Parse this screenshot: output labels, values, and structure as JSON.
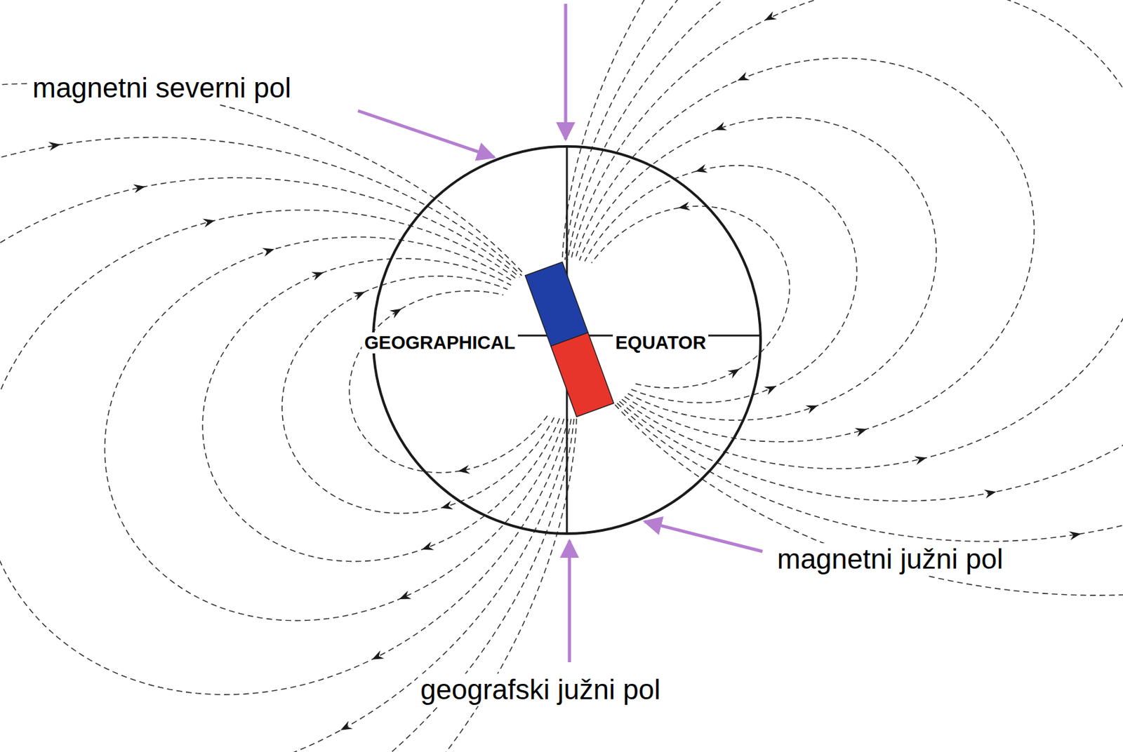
{
  "diagram": {
    "labels": [
      "magnetni severni pol",
      "GEOGRAPHICAL",
      "EQUATOR",
      "magnetni južni pol",
      "geografski južni pol"
    ]
  }
}
